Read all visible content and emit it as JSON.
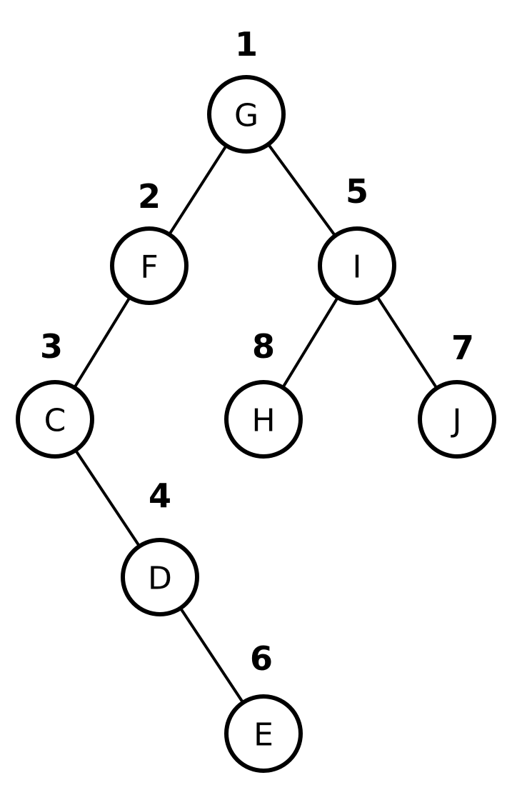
{
  "tree": {
    "nodes": [
      {
        "id": "G",
        "label": "G",
        "order": "1"
      },
      {
        "id": "F",
        "label": "F",
        "order": "2"
      },
      {
        "id": "I",
        "label": "I",
        "order": "5"
      },
      {
        "id": "C",
        "label": "C",
        "order": "3"
      },
      {
        "id": "H",
        "label": "H",
        "order": "8"
      },
      {
        "id": "J",
        "label": "J",
        "order": "7"
      },
      {
        "id": "D",
        "label": "D",
        "order": "4"
      },
      {
        "id": "E",
        "label": "E",
        "order": "6"
      }
    ],
    "edges": [
      {
        "from": "G",
        "to": "F"
      },
      {
        "from": "G",
        "to": "I"
      },
      {
        "from": "F",
        "to": "C"
      },
      {
        "from": "I",
        "to": "H"
      },
      {
        "from": "I",
        "to": "J"
      },
      {
        "from": "C",
        "to": "D"
      },
      {
        "from": "D",
        "to": "E"
      }
    ]
  },
  "colors": {
    "stroke": "#000000",
    "fill": "#ffffff",
    "text": "#000000"
  }
}
